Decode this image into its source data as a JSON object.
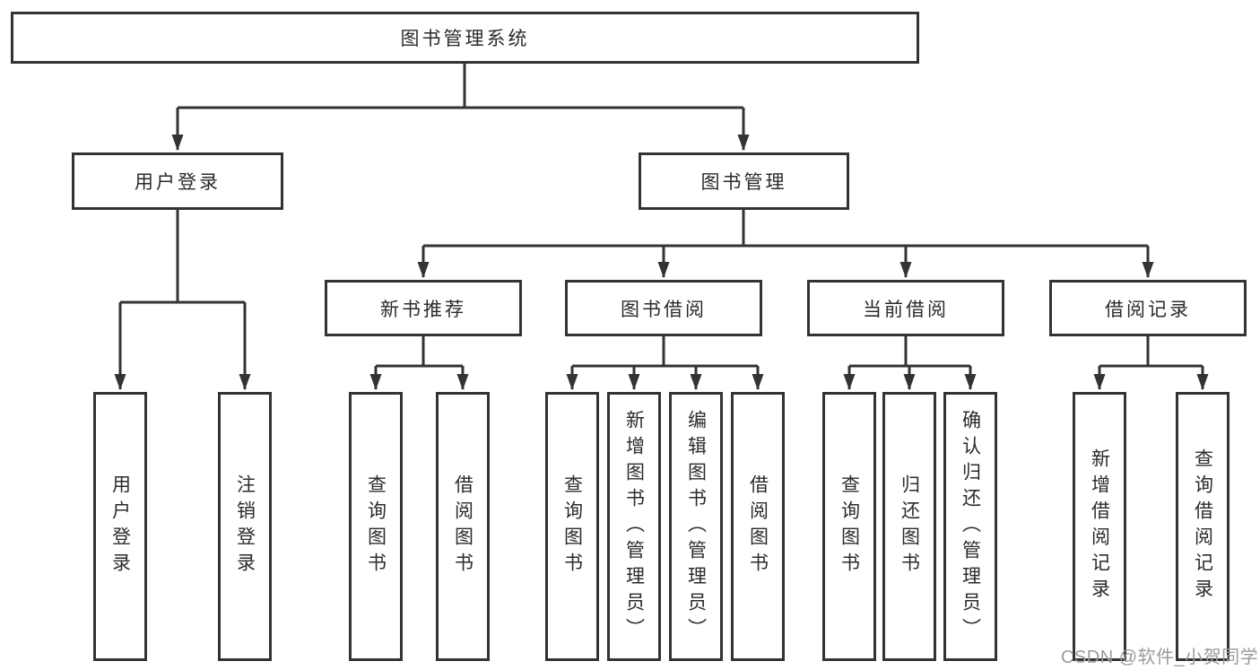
{
  "diagram": {
    "root": {
      "label": "图书管理系统"
    },
    "branches": [
      {
        "label": "用户登录",
        "children": [
          {
            "label": "用户登录"
          },
          {
            "label": "注销登录"
          }
        ]
      },
      {
        "label": "图书管理",
        "sections": [
          {
            "label": "新书推荐",
            "children": [
              {
                "label": "查询图书"
              },
              {
                "label": "借阅图书"
              }
            ]
          },
          {
            "label": "图书借阅",
            "children": [
              {
                "label": "查询图书"
              },
              {
                "label": "新增图书（管理员）"
              },
              {
                "label": "编辑图书（管理员）"
              },
              {
                "label": "借阅图书"
              }
            ]
          },
          {
            "label": "当前借阅",
            "children": [
              {
                "label": "查询图书"
              },
              {
                "label": "归还图书"
              },
              {
                "label": "确认归还（管理员）"
              }
            ]
          },
          {
            "label": "借阅记录",
            "children": [
              {
                "label": "新增借阅记录"
              },
              {
                "label": "查询借阅记录"
              }
            ]
          }
        ]
      }
    ]
  },
  "colors": {
    "line": "#333333",
    "box_border": "#333333",
    "text": "#2b2b2b",
    "watermark": "#9b9b9b"
  },
  "watermark": {
    "text": "CSDN @软件_小贺同学"
  }
}
